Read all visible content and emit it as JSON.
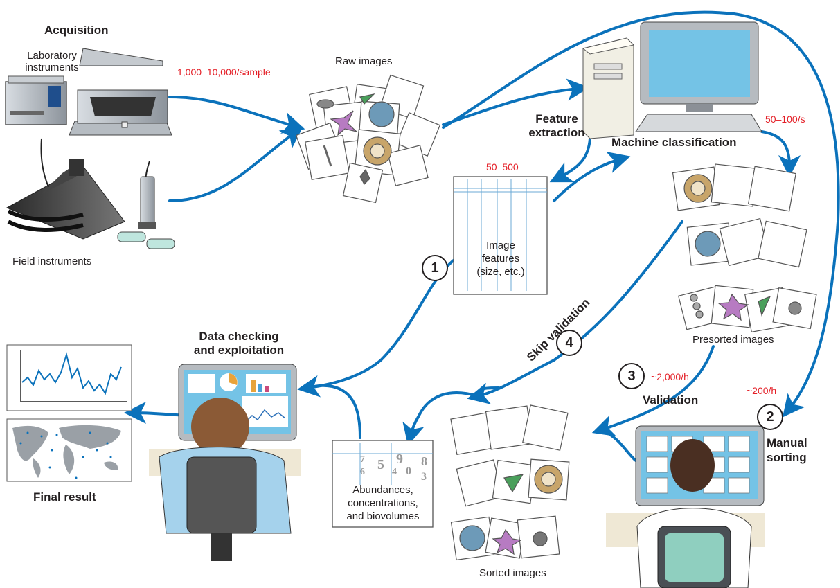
{
  "labels": {
    "acquisition": "Acquisition",
    "lab_instruments_line1": "Laboratory",
    "lab_instruments_line2": "instruments",
    "field_instruments": "Field instruments",
    "raw_images": "Raw images",
    "rate_acquisition": "1,000–10,000/sample",
    "feature_extraction_line1": "Feature",
    "feature_extraction_line2": "extraction",
    "machine_classification": "Machine classification",
    "rate_machine": "50–100/s",
    "features_count": "50–500",
    "image_features_line1": "Image",
    "image_features_line2": "features",
    "image_features_line3": "(size, etc.)",
    "presorted_images": "Presorted images",
    "skip_validation": "Skip validation",
    "validation": "Validation",
    "rate_validation": "~2,000/h",
    "rate_manual": "~200/h",
    "manual_sorting_line1": "Manual",
    "manual_sorting_line2": "sorting",
    "data_checking_line1": "Data checking",
    "data_checking_line2": "and exploitation",
    "final_result": "Final result",
    "abundances_line1": "Abundances,",
    "abundances_line2": "concentrations,",
    "abundances_line3": "and biovolumes",
    "sorted_images": "Sorted images"
  },
  "step_numbers": [
    "1",
    "2",
    "3",
    "4"
  ],
  "table_digits": [
    "7",
    "6",
    "5",
    "4",
    "9",
    "0",
    "8",
    "3"
  ],
  "colors": {
    "arrow": "#0b72bb",
    "rate_text": "#e41e26",
    "screen": "#74c3e6"
  },
  "icons": [
    "lab-instrument-icon",
    "scanner-icon",
    "field-towed-instrument-icon",
    "field-profiler-icon",
    "computer-tower-icon",
    "monitor-icon",
    "plankton-image-icon",
    "person-at-computer-icon",
    "time-series-chart-icon",
    "world-map-icon"
  ]
}
